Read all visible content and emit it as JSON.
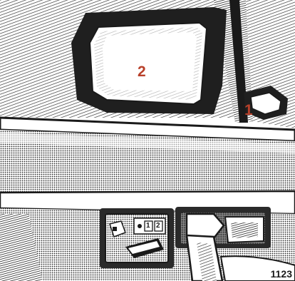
{
  "callouts": {
    "one": "1",
    "two": "2"
  },
  "switch_labels": {
    "left": "1",
    "right": "2"
  },
  "figure_code": "1123",
  "colors": {
    "callout": "#b8402a",
    "ink": "#1a1a1a",
    "paper": "#ffffff"
  }
}
